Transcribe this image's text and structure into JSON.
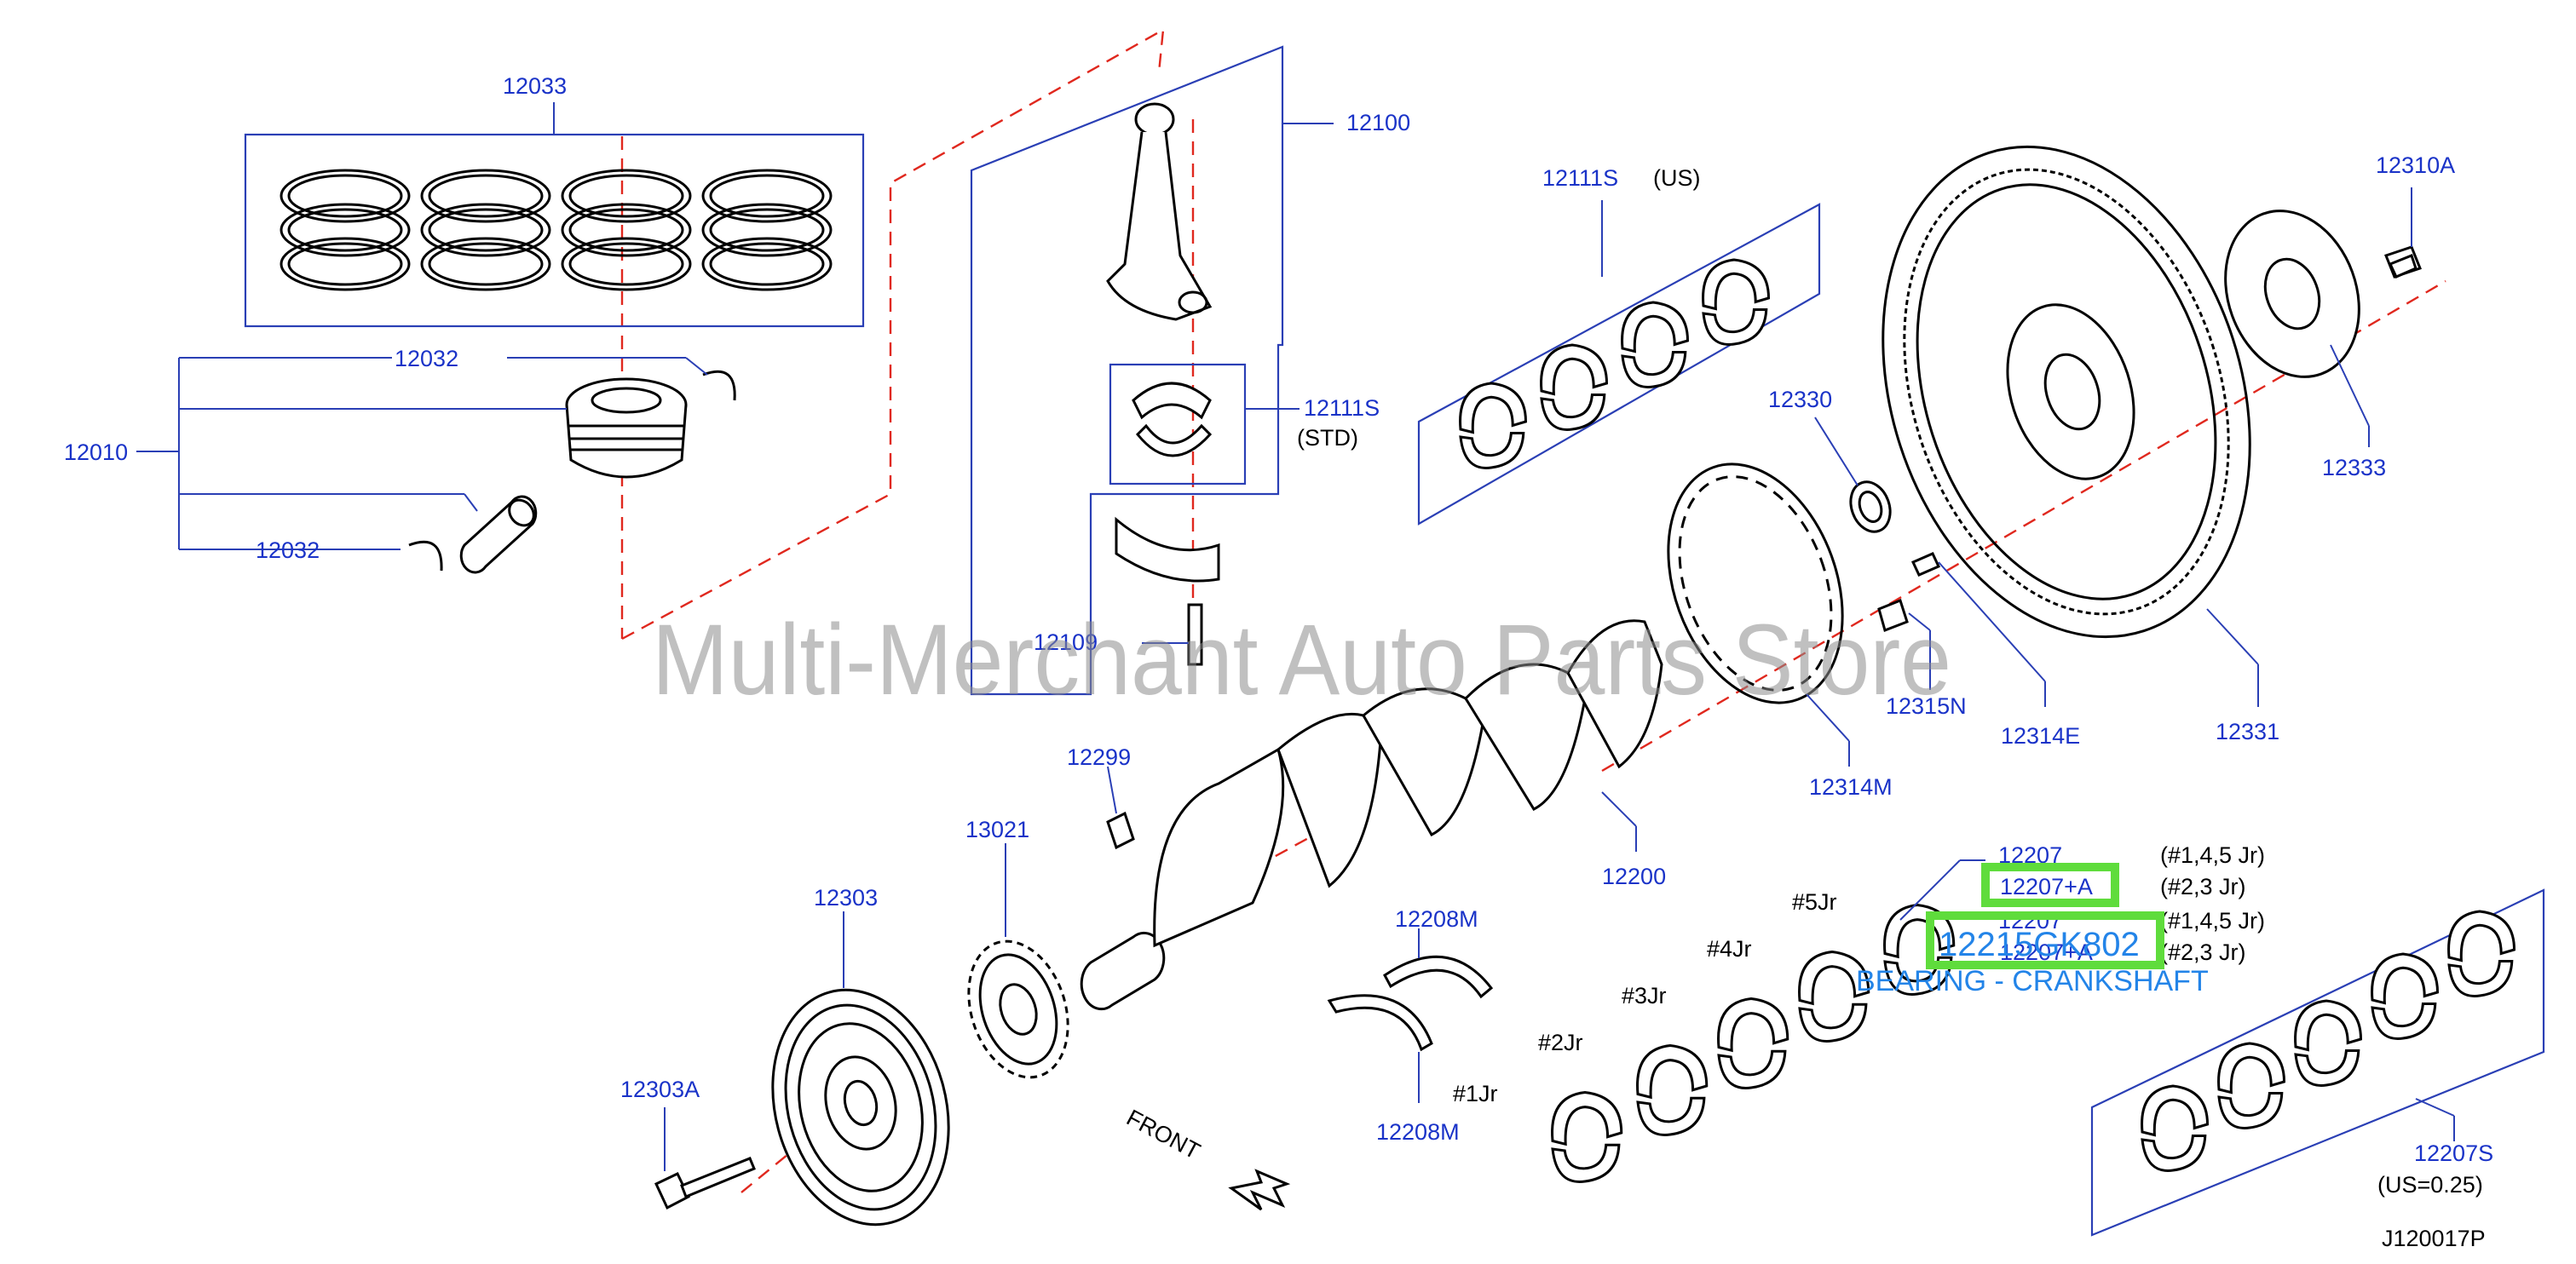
{
  "watermark": "Multi-Merchant Auto Parts Store",
  "diagram_code": "J120017P",
  "front_label": "FRONT",
  "labels": {
    "l12033": "12033",
    "l12100": "12100",
    "l12032a": "12032",
    "l12032b": "12032",
    "l12010": "12010",
    "l12111s_std": "12111S",
    "std": "(STD)",
    "l12109": "12109",
    "l12111s_us": "12111S",
    "us": "(US)",
    "l12310a": "12310A",
    "l12330": "12330",
    "l12333": "12333",
    "l12315n": "12315N",
    "l12314e": "12314E",
    "l12331": "12331",
    "l12314m": "12314M",
    "l12299": "12299",
    "l13021": "13021",
    "l12200": "12200",
    "l12303": "12303",
    "l12208m_top": "12208M",
    "l12208m_bot": "12208M",
    "l12303a": "12303A",
    "l12207_top": "12207",
    "l12207a_top": "12207+A",
    "l12207_mid": "12207",
    "l12207a_mid": "12207+A",
    "jr145_a": "(#1,4,5   Jr)",
    "jr23_a": "(#2,3   Jr)",
    "jr145_b": "(#1,4,5   Jr)",
    "jr23_b": "(#2,3   Jr)",
    "jr5": "#5Jr",
    "jr4": "#4Jr",
    "jr3": "#3Jr",
    "jr2": "#2Jr",
    "jr1": "#1Jr",
    "l12207s": "12207S",
    "us025": "(US=0.25)"
  },
  "highlight": {
    "part_number": "12215GK802",
    "description": "BEARING - CRANKSHAFT"
  },
  "colors": {
    "label": "#1a33c8",
    "leader": "#2a3fb5",
    "centerline": "#e0281e",
    "highlight": "#5fdc3c",
    "popup_text": "#2384e8"
  }
}
